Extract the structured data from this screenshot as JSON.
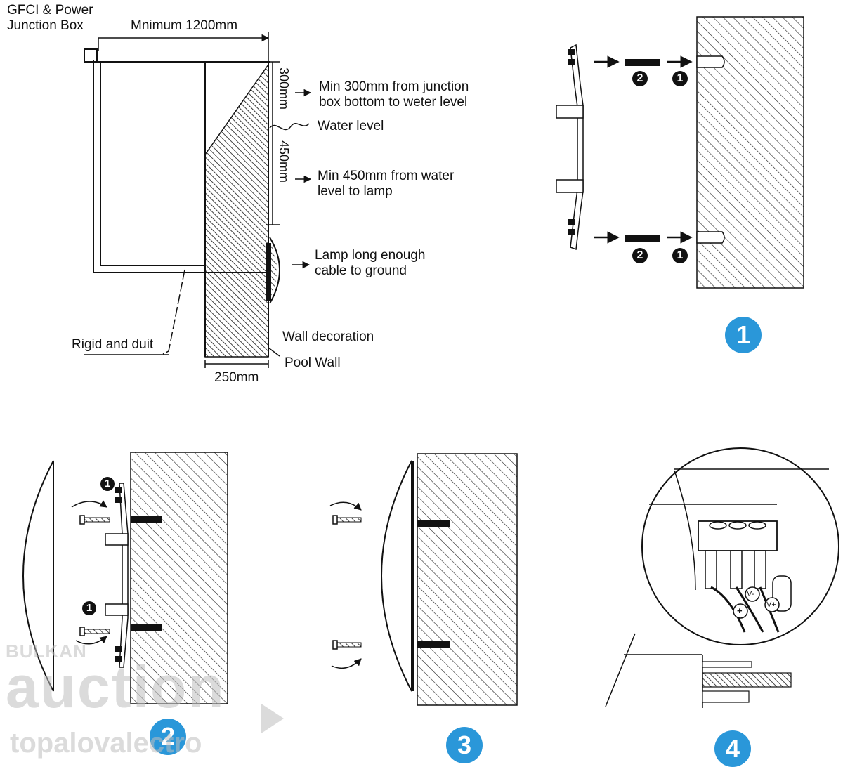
{
  "colors": {
    "step_badge": "#2a97d9",
    "ink": "#111111",
    "watermark": "#bdbdbd"
  },
  "diagram_main": {
    "junction_box_label_line1": "GFCI & Power",
    "junction_box_label_line2": "Junction Box",
    "min_width_label": "Mnimum 1200mm",
    "dim_300": "300mm",
    "dim_450": "450mm",
    "dim_250": "250mm",
    "note_300_line1": "Min 300mm from junction",
    "note_300_line2": "box bottom to weter level",
    "water_level": "Water level",
    "note_450_line1": "Min 450mm from water",
    "note_450_line2": " level to lamp",
    "lamp_note_line1": "Lamp long enough",
    "lamp_note_line2": "cable to ground",
    "conduit_label": "Rigid and duit",
    "wall_decoration": "Wall decoration",
    "pool_wall": "Pool Wall"
  },
  "steps": [
    {
      "number": "1",
      "markers": [
        "2",
        "1",
        "2",
        "1"
      ]
    },
    {
      "number": "2",
      "markers": [
        "1",
        "1"
      ]
    },
    {
      "number": "3"
    },
    {
      "number": "4",
      "terminals": [
        "V-",
        "V+",
        "+"
      ]
    }
  ],
  "watermark": {
    "brand_small": "BULKAN",
    "brand_large": "auction",
    "seller": "topalovalectro"
  }
}
